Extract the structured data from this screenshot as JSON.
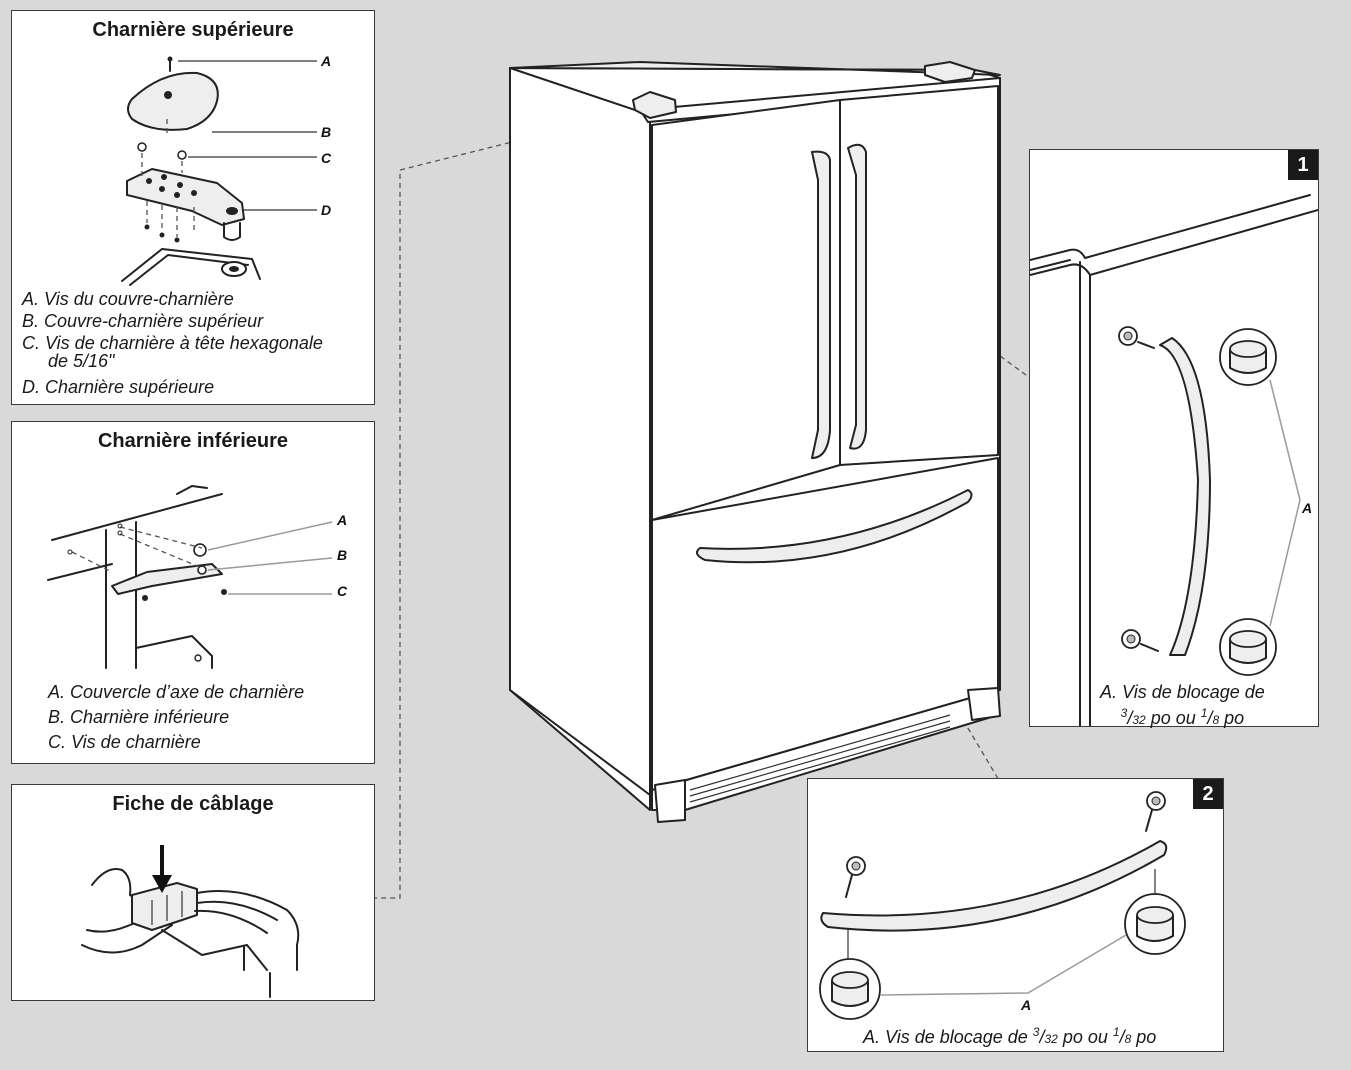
{
  "top_hinge": {
    "title": "Charnière supérieure",
    "callouts": [
      "A",
      "B",
      "C",
      "D"
    ],
    "legend": [
      "A. Vis du couvre-charnière",
      "B. Couvre-charnière supérieur",
      "C. Vis de charnière à tête hexagonale",
      "de 5/16\"",
      "D. Charnière supérieure"
    ]
  },
  "bottom_hinge": {
    "title": "Charnière inférieure",
    "callouts": [
      "A",
      "B",
      "C"
    ],
    "legend": [
      "A. Couvercle d’axe de charnière",
      "B. Charnière inférieure",
      "C. Vis de charnière"
    ]
  },
  "wiring": {
    "title": "Fiche de câblage"
  },
  "step1": {
    "badge": "1",
    "callout": "A",
    "legend_line1": "A. Vis de blocage de",
    "frac1_num": "3",
    "frac1_den": "32",
    "mid": " po ou ",
    "frac2_num": "1",
    "frac2_den": "8",
    "end": " po"
  },
  "step2": {
    "badge": "2",
    "callout": "A",
    "legend_prefix": "A. Vis de blocage de ",
    "frac1_num": "3",
    "frac1_den": "32",
    "mid": " po ou ",
    "frac2_num": "1",
    "frac2_den": "8",
    "end": " po"
  },
  "colors": {
    "background": "#d9d9d9",
    "panel": "#ffffff",
    "line": "#222222",
    "badge": "#1a1a1a"
  }
}
